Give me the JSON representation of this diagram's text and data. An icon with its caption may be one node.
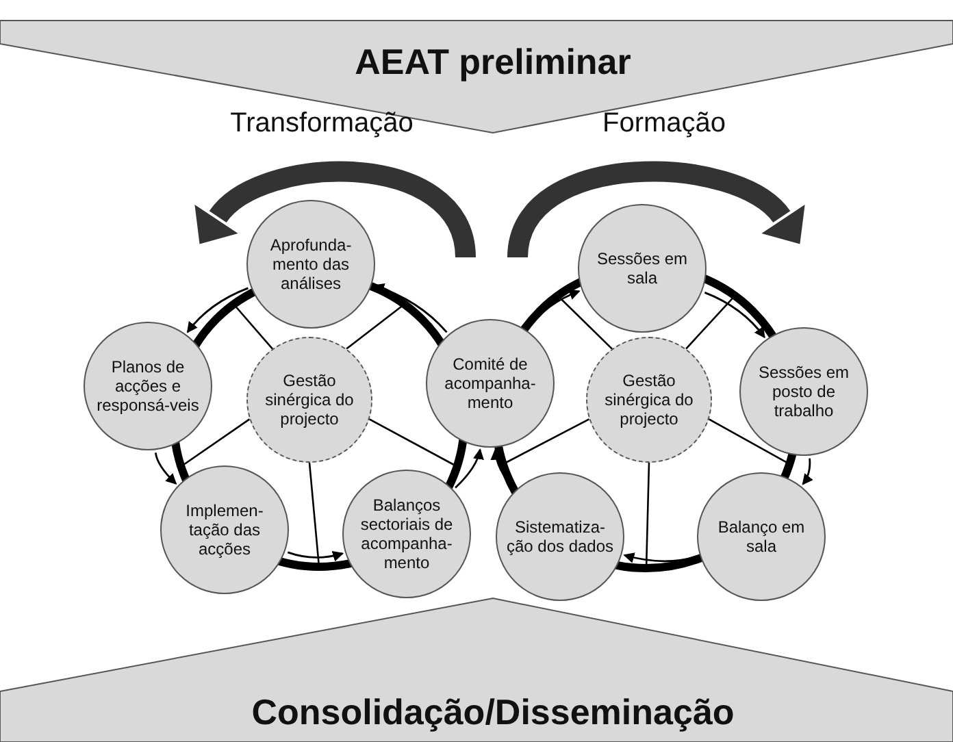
{
  "diagram": {
    "nodes": [
      {
        "text": [
          "AEAT preliminar"
        ]
      },
      {
        "text": [
          "Aprofunda-mento das análises"
        ]
      },
      {
        "text": [
          "Planos de acções e responsá-veis"
        ]
      },
      {
        "text": [
          "Implemen-tação das acções"
        ]
      },
      {
        "text": [
          "Balanços sectoriais de acompanha-mento"
        ]
      },
      {
        "text": [
          "Comité de acompanha-mento"
        ]
      },
      {
        "text": [
          "Gestão sinérgica do projecto"
        ]
      },
      {
        "text": [
          "Sessões em sala"
        ]
      },
      {
        "text": [
          "Sessões em posto de trabalho"
        ]
      },
      {
        "text": [
          "Balanço em sala"
        ]
      },
      {
        "text": [
          "Sistematiza-ção dos dados"
        ]
      },
      {
        "text": [
          "Gestão sinérgica do projecto"
        ]
      },
      {
        "text": [
          "Consolidação/Disseminação"
        ]
      }
    ],
    "edges": [
      {
        "from": 5,
        "to": 1,
        "arrow": "to"
      },
      {
        "from": 1,
        "to": 2,
        "arrow": "to"
      },
      {
        "from": 2,
        "to": 3,
        "arrow": "to"
      },
      {
        "from": 3,
        "to": 4,
        "arrow": "to"
      },
      {
        "from": 4,
        "to": 5,
        "arrow": "to"
      },
      {
        "from": 5,
        "to": 7,
        "arrow": "to"
      },
      {
        "from": 7,
        "to": 8,
        "arrow": "to"
      },
      {
        "from": 8,
        "to": 9,
        "arrow": "to"
      },
      {
        "from": 9,
        "to": 10,
        "arrow": "to"
      },
      {
        "from": 10,
        "to": 5,
        "arrow": "to"
      }
    ],
    "labels": [
      "Transformação",
      "Formação"
    ]
  }
}
